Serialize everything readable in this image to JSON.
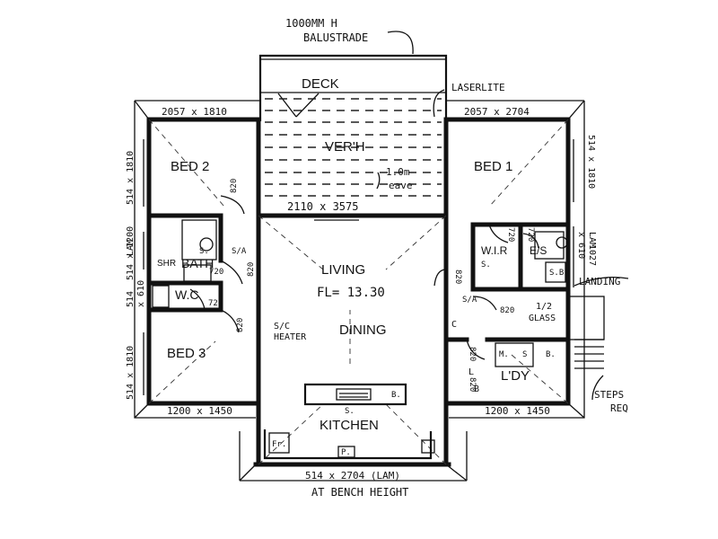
{
  "annotations": {
    "balustrade_line1": "1000MM H",
    "balustrade_line2": "BALUSTRADE",
    "laserlite": "LASERLITE",
    "eave_line1": "1.0m",
    "eave_line2": "eave",
    "landing": "LANDING",
    "steps_line1": "STEPS",
    "steps_line2": "REQ",
    "bench_height": "AT BENCH HEIGHT",
    "floor_level": "FL= 13.30",
    "sc_heater_line1": "S/C",
    "sc_heater_line2": "HEATER",
    "glass_line1": "1/2",
    "glass_line2": "GLASS",
    "lam_left": "LAM",
    "lam_right": "LAM"
  },
  "rooms": {
    "deck": "DECK",
    "verandah": "VER'H",
    "bed2": "BED 2",
    "bed1": "BED 1",
    "bath": "BATH",
    "shower": "SHR",
    "wc": "W.C",
    "wir": "W.I.R",
    "ensuite": "E/S",
    "living": "LIVING",
    "dining": "DINING",
    "bed3": "BED 3",
    "laundry": "L'DY",
    "kitchen": "KITCHEN"
  },
  "dimensions": {
    "bed2_top": "2057 x 1810",
    "bed1_top": "2057 x 2704",
    "bed2_side": "514 x 1810",
    "bed1_side": "514 x 1810",
    "bath_side": "514 x 1200",
    "wc_side_a": "514",
    "wc_side_b": "x 610",
    "es_side_a": "1027",
    "es_side_b": "x 610",
    "bed3_side": "514 x 1810",
    "living_top": "2110 x 3575",
    "bed3_bottom": "1200 x 1450",
    "ldy_bottom": "1200 x 1450",
    "kitchen_bottom": "514 x 2704 (LAM)"
  },
  "doors": {
    "d1": "820",
    "d2": "720",
    "d3": "820",
    "d4": "720",
    "d5": "820",
    "d6": "820",
    "d7": "820",
    "d8": "720",
    "d9": "720",
    "d10": "820",
    "d11": "820"
  },
  "fixtures": {
    "sa1": "S/A",
    "sa2": "S/A",
    "s_bath": "S.",
    "s_wir": "S.",
    "sb": "S.B.",
    "b_ldy": "B.",
    "c_ldy": "C",
    "b_ldy2": "B",
    "l_ldy": "L",
    "b_kitchen": "B.",
    "s_kitchen": "S.",
    "fr": "Fr.",
    "p": "P.",
    "m": "M.",
    "s_ldy": "S"
  }
}
